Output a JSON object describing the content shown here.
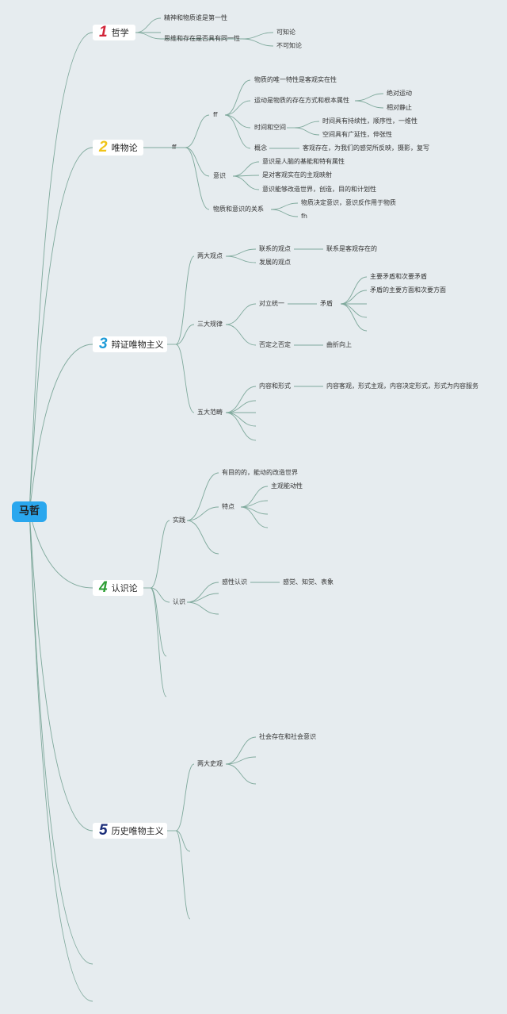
{
  "root": "马哲",
  "sections": [
    {
      "num": "1",
      "label": "哲学",
      "color": "#d2263a"
    },
    {
      "num": "2",
      "label": "唯物论",
      "color": "#f0c419"
    },
    {
      "num": "3",
      "label": "辩证唯物主义",
      "color": "#1e9bd7"
    },
    {
      "num": "4",
      "label": "认识论",
      "color": "#2e9e35"
    },
    {
      "num": "5",
      "label": "历史唯物主义",
      "color": "#1c2e7a"
    }
  ],
  "philosophy": {
    "items": [
      "精神和物质谁是第一性",
      "思维和存在是否具有同一性"
    ],
    "identity": [
      "可知论",
      "不可知论"
    ]
  },
  "materialism": {
    "ff1": "ff",
    "ff2": "ff",
    "matter_items": [
      "物质的唯一特性是客观实在性",
      "运动是物质的存在方式和根本属性",
      "时间和空间",
      "概念"
    ],
    "motion": [
      "绝对运动",
      "相对静止"
    ],
    "spacetime": [
      "时间具有持续性，顺序性，一维性",
      "空间具有广延性，伸张性"
    ],
    "concept_def": "客观存在，为我们的感觉所反映，摄影，复写",
    "consciousness": "意识",
    "consciousness_items": [
      "意识是人脑的基能和特有属性",
      "是对客观实在的主观映射",
      "意识能够改造世界，创造，目的和计划性"
    ],
    "relation": "物质和意识的关系",
    "relation_items": [
      "物质决定意识，意识反作用于物质",
      "fh"
    ]
  },
  "dialectics": {
    "two_views": "两大观点",
    "views": [
      "联系的观点",
      "发展的观点"
    ],
    "connection_def": "联系是客观存在的",
    "three_laws": "三大规律",
    "unity": "对立统一",
    "contradiction": "矛盾",
    "contradiction_items": [
      "主要矛盾和次要矛盾",
      "矛盾的主要方面和次要方面"
    ],
    "negation": "否定之否定",
    "negation_def": "曲折向上",
    "five_categories": "五大范畴",
    "content_form": "内容和形式",
    "content_form_def": "内容客观，形式主观，内容决定形式，形式为内容服务"
  },
  "epistemology": {
    "practice": "实践",
    "practice_def": "有目的的，能动的改造世界",
    "features": "特点",
    "features_item": "主观能动性",
    "cognition": "认识",
    "perceptual": "感性认识",
    "perceptual_def": "感觉、知觉、表象"
  },
  "historical": {
    "two_views": "两大史观",
    "social": "社会存在和社会意识"
  }
}
